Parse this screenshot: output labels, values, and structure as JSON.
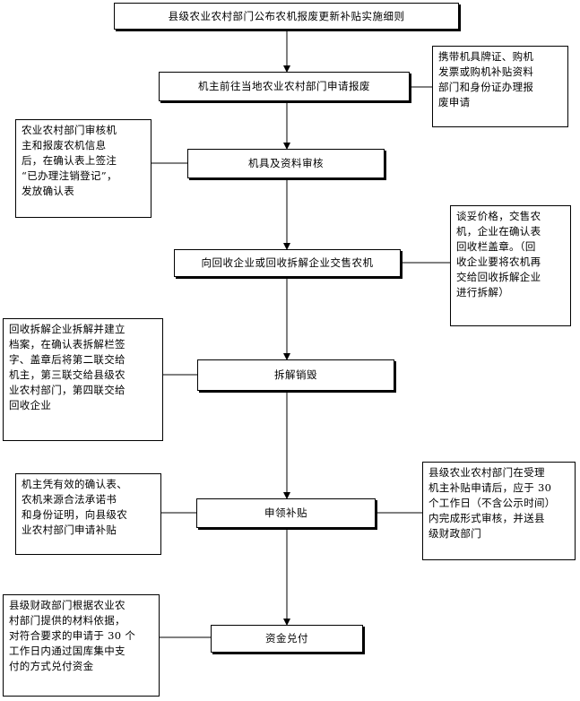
{
  "steps": [
    "县级农业农村部门公布农机报废更新补贴实施细则",
    "机主前往当地农业农村部门申请报废",
    "机具及资料审核",
    "向回收企业或回收拆解企业交售农机",
    "拆解销毁",
    "申领补贴",
    "资金兑付"
  ],
  "notes": [
    "携带机具牌证、购机\n发票或购机补贴资料\n部门和身份证办理报\n废申请",
    "农业农村部门审核机\n主和报废农机信息\n后，在确认表上签注\n“已办理注销登记”，\n发放确认表",
    "谈妥价格，交售农\n机，企业在确认表\n回收栏盖章。（回\n收企业要将农机再\n交给回收拆解企业\n进行拆解）",
    "回收拆解企业拆解并建立\n档案，在确认表拆解栏签\n字、盖章后将第二联交给\n机主，第三联交给县级农\n业农村部门，第四联交给\n回收企业",
    "机主凭有效的确认表、\n农机来源合法承诺书\n和身份证明，向县级农\n业农村部门申请补贴",
    "县级农业农村部门在受理\n机主补贴申请后，应于 30\n个工作日（不含公示时间）\n内完成形式审核，并送县\n级财政部门",
    "县级财政部门根据农业农\n村部门提供的材料依据，\n对符合要求的申请于 30 个\n工作日内通过国库集中支\n付的方式兑付资金"
  ]
}
